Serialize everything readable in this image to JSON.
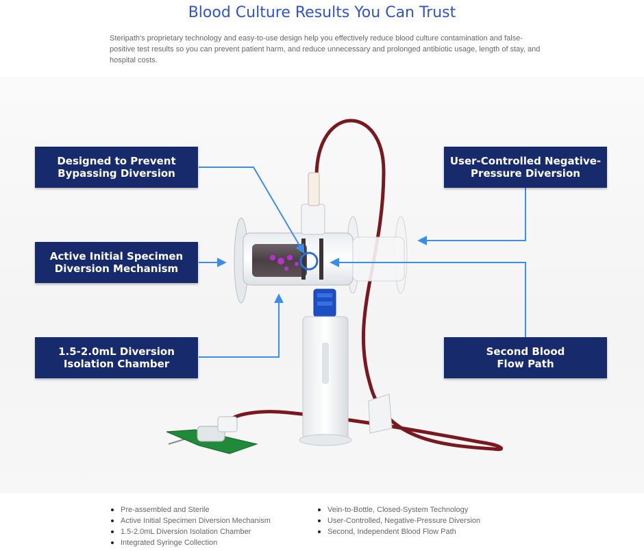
{
  "header": {
    "title": "Blood Culture Results You Can Trust",
    "intro": "Steripath's proprietary technology and easy-to-use design help you effectively reduce blood culture contamination and false-positive test results so you can prevent patient harm, and reduce unnecessary and prolonged antibiotic usage, length of stay, and hospital costs."
  },
  "labels": {
    "bypass": "Designed to Prevent\nBypassing Diversion",
    "active": "Active Initial Specimen\nDiversion Mechanism",
    "chamber": "1.5-2.0mL Diversion\nIsolation Chamber",
    "negative": "User-Controlled Negative-\nPressure Diversion",
    "second": "Second Blood\nFlow Path"
  },
  "features": {
    "left": [
      "Pre-assembled and Sterile",
      "Active Initial Specimen Diversion Mechanism",
      "1.5-2.0mL Diversion Isolation Chamber",
      "Integrated Syringe Collection"
    ],
    "right": [
      "Vein-to-Bottle, Closed-System Technology",
      "User-Controlled, Negative-Pressure Diversion",
      "Second, Independent Blood Flow Path"
    ]
  },
  "colors": {
    "title": "#2e55cf",
    "label_bg": "#172a6c",
    "arrow": "#3a8df0",
    "tubing": "#7a1820",
    "cap": "#1d4fc4",
    "wing": "#1f8a3a"
  }
}
